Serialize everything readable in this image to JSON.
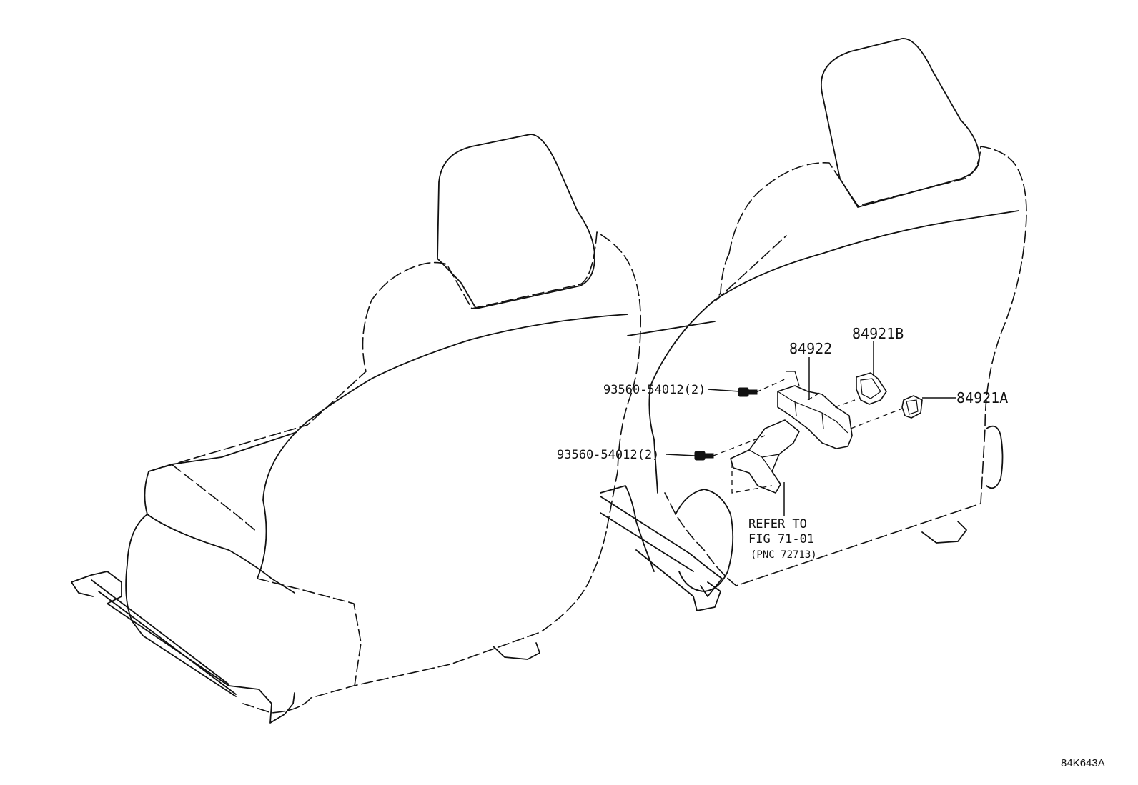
{
  "callouts": {
    "bolt_upper": "93560-54012(2)",
    "bolt_lower": "93560-54012(2)",
    "bracket": "84922",
    "switch_b": "84921B",
    "switch_a": "84921A",
    "refer_line1": "REFER TO",
    "refer_line2": "FIG 71-01",
    "refer_line3": "(PNC 72713)"
  },
  "diagram_code": "84K643A"
}
